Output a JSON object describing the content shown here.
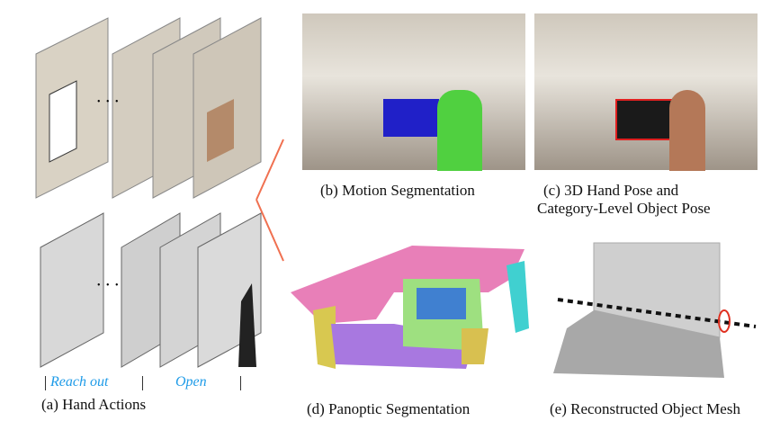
{
  "captions": {
    "a": "(a) Hand Actions",
    "b": "(b) Motion Segmentation",
    "c_line1": "(c) 3D Hand Pose  and",
    "c_line2": "Category-Level Object Pose",
    "d": "(d) Panoptic Segmentation",
    "e": "(e) Reconstructed Object Mesh"
  },
  "actions": [
    "Reach out",
    "Open"
  ],
  "ellipsis": "• • •",
  "colors": {
    "action_label": "#1e9be8",
    "connector": "#f07050"
  }
}
